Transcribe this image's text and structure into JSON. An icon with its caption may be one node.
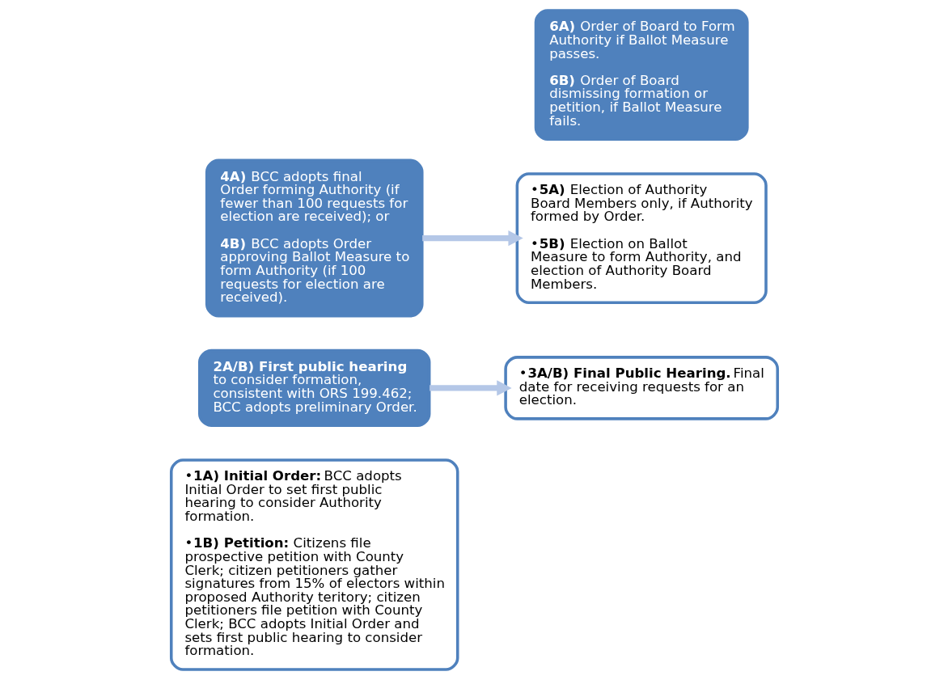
{
  "diagram": {
    "nodes": [
      {
        "text": [
          "•**1A) Initial Order:** BCC adopts Initial Order to set first public hearing to consider Authority formation.",
          "•**1B) Petition:** Citizens file prospective petition with County Clerk; citizen petitioners gather signatures from 15% of electors within proposed Authority teritory; citizen petitioners file petition with County Clerk; BCC adopts Initial Order and sets first public hearing to consider formation."
        ]
      },
      {
        "text": [
          "**2A/B) First public hearing** to consider formation, consistent with ORS 199.462; BCC adopts preliminary Order."
        ]
      },
      {
        "text": [
          "•**3A/B) Final Public Hearing.** Final date for receiving requests for an election."
        ]
      },
      {
        "text": [
          "**4A)** BCC adopts final Order forming Authority (if fewer than 100 requests for election are received); or",
          "**4B)** BCC adopts Order approving Ballot Measure to form Authority (if 100 requests for election are received)."
        ]
      },
      {
        "text": [
          "•**5A)** Election of Authority Board Members only, if Authority formed by Order.",
          "•**5B)** Election on Ballot Measure to form Authority, and election of Authority Board Members."
        ]
      },
      {
        "text": [
          "**6A)** Order of Board to Form Authority if Ballot Measure passes.",
          "**6B)** Order of Board dismissing formation or petition, if Ballot Measure fails."
        ]
      }
    ],
    "edges": [
      {
        "from": 1,
        "to": 2,
        "arrow": "to"
      },
      {
        "from": 3,
        "to": 4,
        "arrow": "to"
      }
    ]
  }
}
